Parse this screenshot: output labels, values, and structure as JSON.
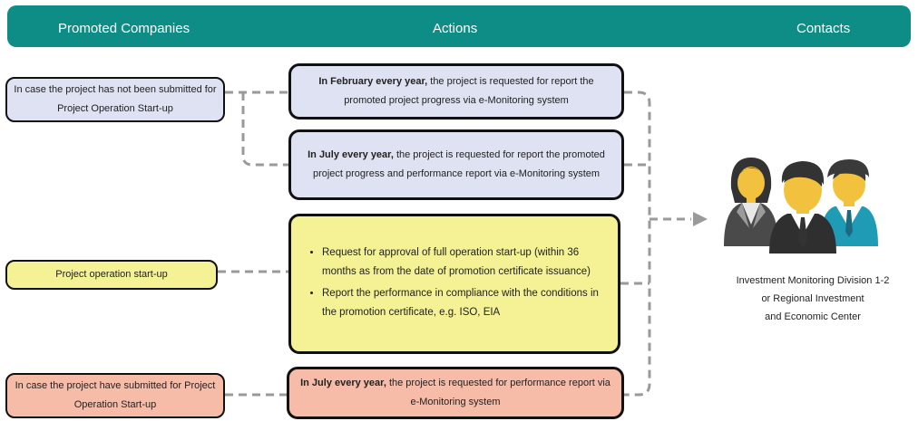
{
  "header": {
    "col1": "Promoted Companies",
    "col2": "Actions",
    "col3": "Contacts"
  },
  "left": {
    "case_not_submitted": "In case the project has not been submitted for Project Operation Start-up",
    "operation_startup": "Project operation start-up",
    "case_submitted": "In case the project have submitted for Project Operation Start-up"
  },
  "actions": {
    "feb": {
      "lead": "In February every year,",
      "rest": " the project is requested for report the promoted project progress via e-Monitoring system"
    },
    "july1": {
      "lead": "In July every year,",
      "rest": " the project is requested for report the promoted project progress and performance report via e-Monitoring system"
    },
    "startup_bullets": [
      "Request for approval of full operation start-up (within 36 months as from the date of promotion certificate issuance)",
      "Report the performance in compliance with the conditions in the promotion certificate, e.g. ISO, EIA"
    ],
    "july2": {
      "lead": "In July every year,",
      "rest": " the project is requested for performance report via e-Monitoring system"
    }
  },
  "contact": {
    "icon": "people-group-icon",
    "caption_line1": "Investment Monitoring Division 1-2",
    "caption_line2": "or Regional Investment",
    "caption_line3": "and Economic Center"
  },
  "colors": {
    "header": "#0e8c86",
    "blue": "#dfe2f3",
    "yellow": "#f4f294",
    "salmon": "#f7bca8",
    "connector": "#9a9a9a"
  }
}
